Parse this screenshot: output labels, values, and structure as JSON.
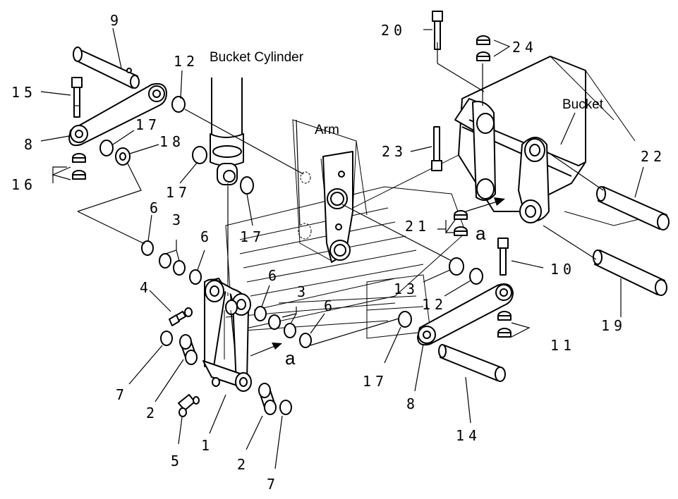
{
  "labels": {
    "bucket_cylinder": "Bucket Cylinder",
    "arm": "Arm",
    "bucket": "Bucket",
    "ref_a_bottom": "a",
    "ref_a_right": "a"
  },
  "callouts": {
    "c9": "9",
    "c12a": "12",
    "c15": "15",
    "c8a": "8",
    "c17a": "17",
    "c18": "18",
    "c16": "16",
    "c17b": "17",
    "c17c": "17",
    "c6a": "6",
    "c3a": "3",
    "c6b": "6",
    "c4": "4",
    "c7a": "7",
    "c2a": "2",
    "c5": "5",
    "c1": "1",
    "c2b": "2",
    "c7b": "7",
    "c6c": "6",
    "c3b": "3",
    "c6d": "6",
    "c13": "13",
    "c12b": "12",
    "c17d": "17",
    "c8b": "8",
    "c14": "14",
    "c20": "20",
    "c24": "24",
    "c23": "23",
    "c21": "21",
    "c22": "22",
    "c10": "10",
    "c19": "19",
    "c11": "11"
  }
}
